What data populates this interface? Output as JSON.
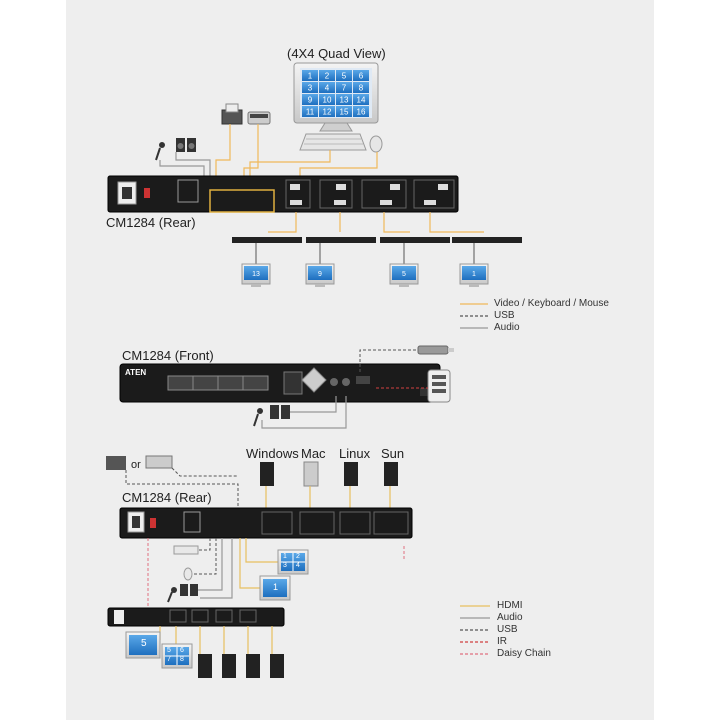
{
  "quad_view_title": "(4X4 Quad View)",
  "quad_numbers": [
    "1",
    "2",
    "5",
    "6",
    "3",
    "4",
    "7",
    "8",
    "9",
    "10",
    "13",
    "14",
    "11",
    "12",
    "15",
    "16"
  ],
  "rear_label_1": "CM1284 (Rear)",
  "front_label": "CM1284 (Front)",
  "rear_label_2": "CM1284 (Rear)",
  "rear_monitors": [
    "13",
    "9",
    "5",
    "1"
  ],
  "legend_1": {
    "items": [
      {
        "text": "Video / Keyboard / Mouse",
        "style": "solid",
        "color": "#f0b85a"
      },
      {
        "text": "USB",
        "style": "dashed",
        "color": "#555555"
      },
      {
        "text": "Audio",
        "style": "solid",
        "color": "#999999"
      }
    ]
  },
  "legend_2": {
    "items": [
      {
        "text": "HDMI",
        "style": "solid",
        "color": "#e8c060"
      },
      {
        "text": "Audio",
        "style": "solid",
        "color": "#999999"
      },
      {
        "text": "USB",
        "style": "dashed",
        "color": "#555555"
      },
      {
        "text": "IR",
        "style": "dashed",
        "color": "#d04040"
      },
      {
        "text": "Daisy Chain",
        "style": "dashed",
        "color": "#e07080"
      }
    ]
  },
  "os_labels": [
    "Windows",
    "Mac",
    "Linux",
    "Sun"
  ],
  "or_text": "or",
  "brand": "ATEN",
  "bottom_quad": [
    "1",
    "2",
    "3",
    "4"
  ],
  "bottom_quad_2": [
    "5",
    "6",
    "7",
    "8"
  ],
  "mon_single_1": "1",
  "mon_single_5": "5"
}
